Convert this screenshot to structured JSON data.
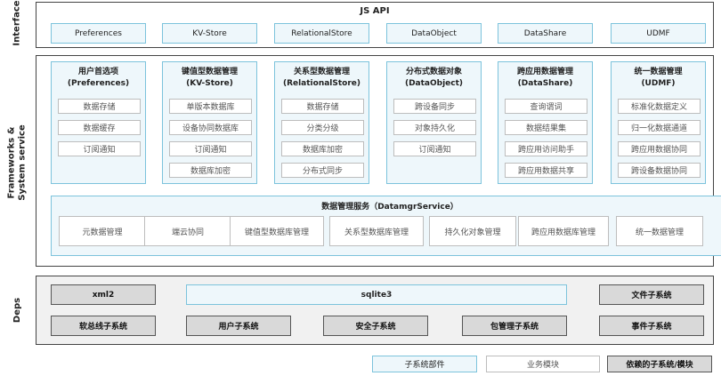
{
  "layers": {
    "interface": "Interface",
    "frameworks": "Frameworks &\nSystem service",
    "deps": "Deps"
  },
  "interface": {
    "title": "JS API",
    "apis": [
      "Preferences",
      "KV-Store",
      "RelationalStore",
      "DataObject",
      "DataShare",
      "UDMF"
    ]
  },
  "frameworks": {
    "modules": [
      {
        "title": "用户首选项\n(Preferences)",
        "items": [
          "数据存储",
          "数据缓存",
          "订阅通知"
        ]
      },
      {
        "title": "键值型数据管理\n(KV-Store)",
        "items": [
          "单版本数据库",
          "设备协同数据库",
          "订阅通知",
          "数据库加密"
        ]
      },
      {
        "title": "关系型数据管理\n(RelationalStore)",
        "items": [
          "数据存储",
          "分类分级",
          "数据库加密",
          "分布式同步"
        ]
      },
      {
        "title": "分布式数据对象\n(DataObject)",
        "items": [
          "跨设备同步",
          "对象持久化",
          "订阅通知"
        ]
      },
      {
        "title": "跨应用数据管理\n(DataShare)",
        "items": [
          "查询谓词",
          "数据结果集",
          "跨应用访问助手",
          "跨应用数据共享"
        ]
      },
      {
        "title": "统一数据管理\n(UDMF)",
        "items": [
          "标准化数据定义",
          "归一化数据通道",
          "跨应用数据协同",
          "跨设备数据协同"
        ]
      }
    ],
    "service": {
      "title": "数据管理服务（DatamgrService）",
      "items": [
        "元数据管理",
        "端云协同",
        "键值型数据库管理",
        "关系型数据库管理",
        "持久化对象管理",
        "跨应用数据库管理",
        "统一数据管理"
      ]
    }
  },
  "deps": {
    "xml2": "xml2",
    "sqlite3": "sqlite3",
    "file_subsystem": "文件子系统",
    "softbus": "软总线子系统",
    "user": "用户子系统",
    "security": "安全子系统",
    "package": "包管理子系统",
    "event": "事件子系统"
  },
  "legend": {
    "subsystem_component": "子系统部件",
    "business_module": "业务模块",
    "dependency": "依赖的子系统/模块"
  },
  "colors": {
    "component_fill": "#eef7fb",
    "component_border": "#7cc3dc",
    "module_fill": "#ffffff",
    "dependency_fill": "#d9d9d9"
  }
}
